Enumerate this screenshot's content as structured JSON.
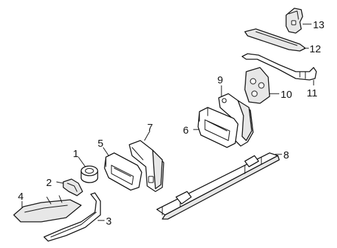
{
  "diagram": {
    "callouts": [
      {
        "id": "p1",
        "label": "1"
      },
      {
        "id": "p2",
        "label": "2"
      },
      {
        "id": "p3",
        "label": "3"
      },
      {
        "id": "p4",
        "label": "4"
      },
      {
        "id": "p5",
        "label": "5"
      },
      {
        "id": "p6",
        "label": "6"
      },
      {
        "id": "p7",
        "label": "7"
      },
      {
        "id": "p8",
        "label": "8"
      },
      {
        "id": "p9",
        "label": "9"
      },
      {
        "id": "p10",
        "label": "10"
      },
      {
        "id": "p11",
        "label": "11"
      },
      {
        "id": "p12",
        "label": "12"
      },
      {
        "id": "p13",
        "label": "13"
      }
    ]
  }
}
